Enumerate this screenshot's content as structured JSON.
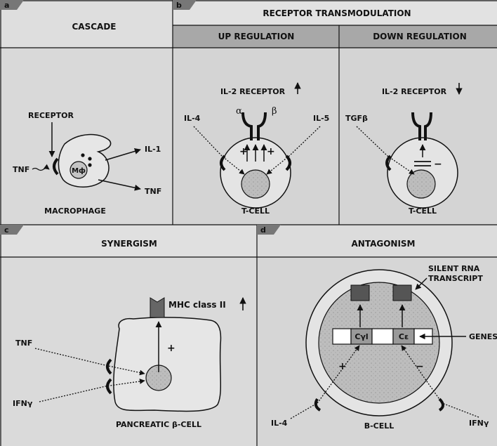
{
  "panels": {
    "a": {
      "letter": "a",
      "title": "CASCADE",
      "receptor": "RECEPTOR",
      "tnf_in": "TNF",
      "cell": "Mф",
      "il1": "IL-1",
      "tnf_out": "TNF",
      "caption": "MACROPHAGE"
    },
    "b": {
      "letter": "b",
      "title": "RECEPTOR TRANSMODULATION",
      "up": {
        "header": "UP REGULATION",
        "receptor": "IL-2 RECEPTOR",
        "alpha": "α",
        "beta": "β",
        "il4": "IL-4",
        "il5": "IL-5",
        "plus": "+",
        "caption": "T-CELL"
      },
      "down": {
        "header": "DOWN REGULATION",
        "receptor": "IL-2 RECEPTOR",
        "tgf": "TGFβ",
        "minus": "−",
        "caption": "T-CELL"
      }
    },
    "c": {
      "letter": "c",
      "title": "SYNERGISM",
      "mhc": "MHC class II",
      "tnf": "TNF",
      "ifn": "IFNγ",
      "plus": "+",
      "caption": "PANCREATIC β-CELL"
    },
    "d": {
      "letter": "d",
      "title": "ANTAGONISM",
      "silent": "SILENT RNA",
      "transcript": "TRANSCRIPT",
      "cgamma": "Cγl",
      "cepsilon": "Cε",
      "genes": "GENES",
      "plus": "+",
      "minus": "−",
      "il4": "IL-4",
      "ifn": "IFNγ",
      "caption": "B-CELL"
    }
  }
}
